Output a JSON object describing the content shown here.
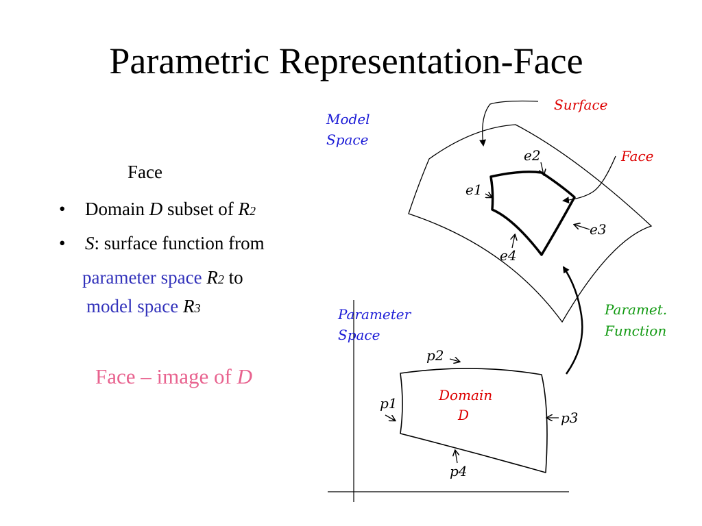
{
  "slide": {
    "title": "Parametric Representation-Face"
  },
  "text_panel": {
    "heading": "Face",
    "bullet_char": "•",
    "bullet1": {
      "prefix": "Domain ",
      "var_d": "D",
      "mid": " subset of ",
      "var_r": "R",
      "exp": "2"
    },
    "bullet2": {
      "var_s": "S",
      "rest": ": surface function from"
    },
    "cont1": {
      "blue": "parameter space ",
      "var_r": "R",
      "exp": "2",
      "tail": " to"
    },
    "cont2": {
      "blue": "model space ",
      "var_r": "R",
      "exp": "3"
    },
    "image_line": {
      "text": "Face – image of ",
      "var_d": "D"
    }
  },
  "diagram": {
    "labels": {
      "model_space_1": "Model",
      "model_space_2": "Space",
      "surface": "Surface",
      "face": "Face",
      "e1": "e1",
      "e2": "e2",
      "e3": "e3",
      "e4": "e4",
      "parameter_space_1": "Parameter",
      "parameter_space_2": "Space",
      "paramet_1": "Paramet.",
      "paramet_2": "Function",
      "p1": "p1",
      "p2": "p2",
      "p3": "p3",
      "p4": "p4",
      "domain_1": "Domain",
      "domain_2": "D"
    },
    "colors": {
      "space_labels": "#1a1ad6",
      "highlight_labels": "#dd0000",
      "function_label": "#119911",
      "pink_text": "#e8638f",
      "blue_text": "#3333bb"
    }
  }
}
